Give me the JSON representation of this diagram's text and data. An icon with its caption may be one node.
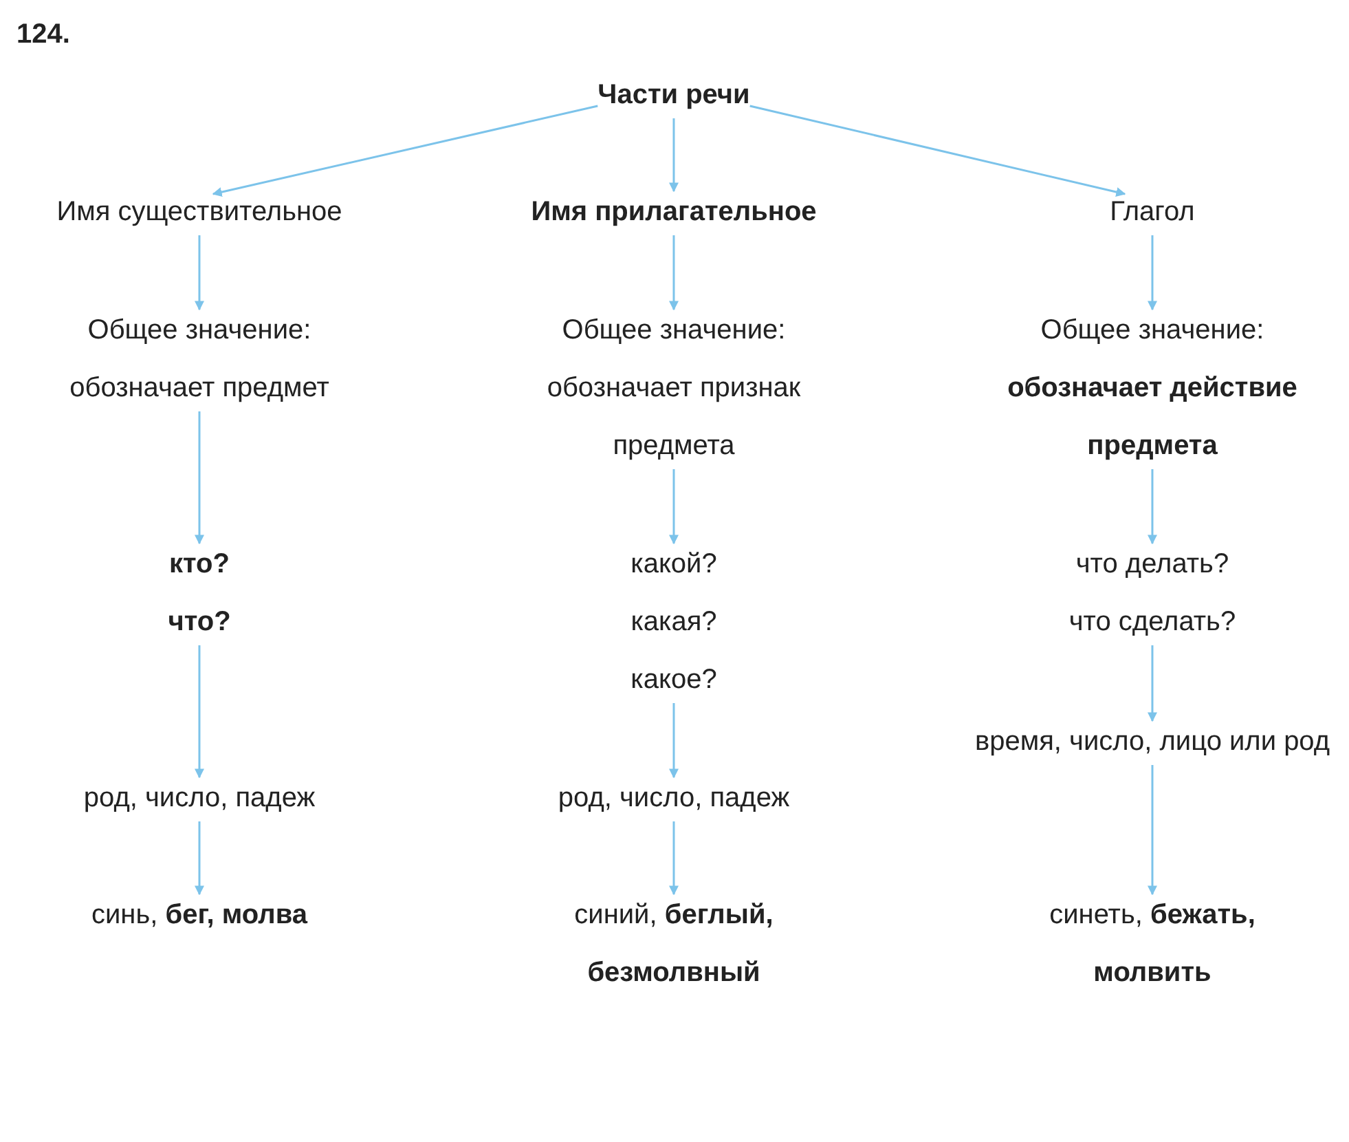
{
  "diagram": {
    "nodes": [
      {
        "text": [
          "Части речи"
        ]
      },
      {
        "text": [
          "Имя существительное"
        ]
      },
      {
        "text": [
          "Имя прилагательное"
        ]
      },
      {
        "text": [
          "Глагол"
        ]
      },
      {
        "text": [
          "Общее значение:",
          "обозначает предмет"
        ]
      },
      {
        "text": [
          "Общее значение:",
          "обозначает признак предмета"
        ]
      },
      {
        "text": [
          "Общее значение:",
          "**обозначает действие предмета**"
        ]
      },
      {
        "text": [
          "кто?",
          "что?"
        ]
      },
      {
        "text": [
          "какой?",
          "какая?",
          "какое?"
        ]
      },
      {
        "text": [
          "что делать?",
          "что сделать?"
        ]
      },
      {
        "text": [
          "род, число, падеж"
        ]
      },
      {
        "text": [
          "род, число, падеж"
        ]
      },
      {
        "text": [
          "время, число, лицо или род"
        ]
      },
      {
        "text": [
          "синь, **бег, молва**"
        ]
      },
      {
        "text": [
          "синий, **беглый, безмолвный**"
        ]
      },
      {
        "text": [
          "синеть, **бежать, молвить**"
        ]
      }
    ],
    "edges": [
      {
        "from": 0,
        "to": 1,
        "arrow": "to"
      },
      {
        "from": 0,
        "to": 2,
        "arrow": "to"
      },
      {
        "from": 0,
        "to": 3,
        "arrow": "to"
      },
      {
        "from": 1,
        "to": 4,
        "arrow": "to"
      },
      {
        "from": 2,
        "to": 5,
        "arrow": "to"
      },
      {
        "from": 3,
        "to": 6,
        "arrow": "to"
      },
      {
        "from": 4,
        "to": 7,
        "arrow": "to"
      },
      {
        "from": 5,
        "to": 8,
        "arrow": "to"
      },
      {
        "from": 6,
        "to": 9,
        "arrow": "to"
      },
      {
        "from": 7,
        "to": 10,
        "arrow": "to"
      },
      {
        "from": 8,
        "to": 11,
        "arrow": "to"
      },
      {
        "from": 9,
        "to": 12,
        "arrow": "to"
      },
      {
        "from": 10,
        "to": 13,
        "arrow": "to"
      },
      {
        "from": 11,
        "to": 14,
        "arrow": "to"
      },
      {
        "from": 12,
        "to": 15,
        "arrow": "to"
      }
    ],
    "labels": [
      "124."
    ]
  }
}
